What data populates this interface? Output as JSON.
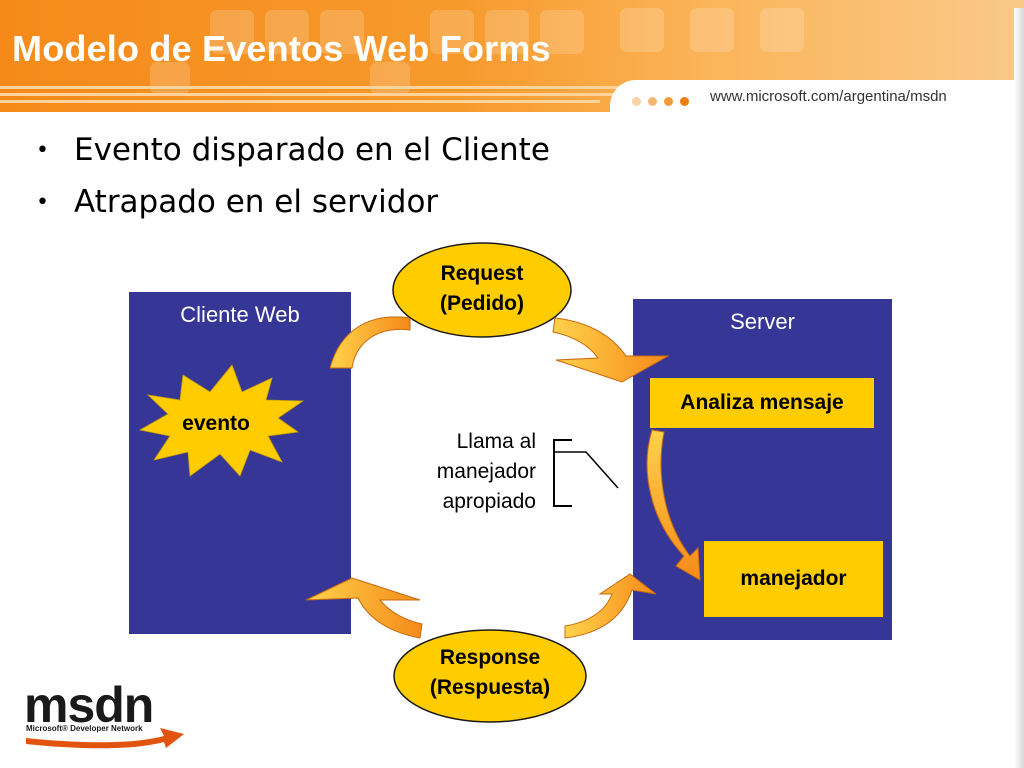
{
  "slide": {
    "title": "Modelo de Eventos Web Forms",
    "url": "www.microsoft.com/argentina/msdn"
  },
  "bullets": [
    "Evento disparado en el Cliente",
    "Atrapado en el servidor"
  ],
  "diagram": {
    "client_box": "Cliente Web",
    "server_box": "Server",
    "event_burst": "evento",
    "request": [
      "Request",
      "(Pedido)"
    ],
    "response": [
      "Response",
      "(Respuesta)"
    ],
    "analyze": "Analiza mensaje",
    "handler": "manejador",
    "note": [
      "Llama al",
      "manejador",
      "apropiado"
    ]
  },
  "logo": {
    "word": "msdn",
    "subtitle": "Microsoft® Developer Network"
  },
  "colors": {
    "header_orange": "#f58a1a",
    "box_blue": "#363696",
    "label_yellow": "#ffcc00",
    "arrow_orange": "#f7a23a"
  },
  "icons": [
    "header-dots-icon",
    "starburst-icon",
    "curved-arrow-icon",
    "msdn-arrow-icon"
  ]
}
